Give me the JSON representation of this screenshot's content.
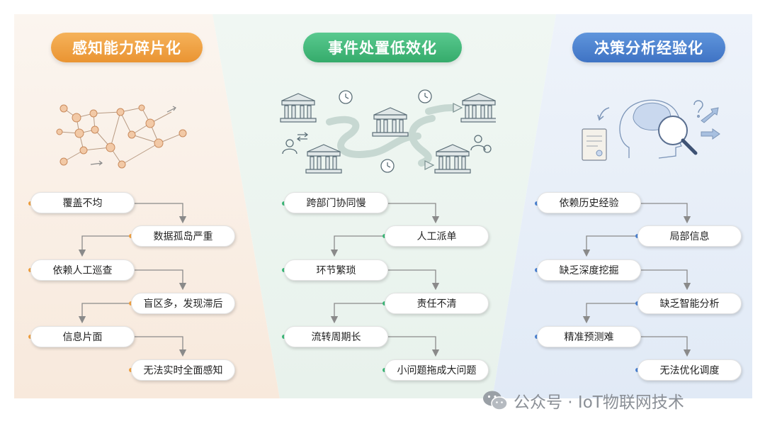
{
  "columns": [
    {
      "title": "感知能力碎片化",
      "accent": "#f0a040",
      "items": [
        "覆盖不均",
        "数据孤岛严重",
        "依赖人工巡查",
        "盲区多，发现滞后",
        "信息片面",
        "无法实时全面感知"
      ]
    },
    {
      "title": "事件处置低效化",
      "accent": "#3cb878",
      "items": [
        "跨部门协同慢",
        "人工派单",
        "环节繁琐",
        "责任不清",
        "流转周期长",
        "小问题拖成大问题"
      ]
    },
    {
      "title": "决策分析经验化",
      "accent": "#4a80d0",
      "items": [
        "依赖历史经验",
        "局部信息",
        "缺乏深度挖掘",
        "缺乏智能分析",
        "精准预测难",
        "无法优化调度"
      ]
    }
  ],
  "icons": {
    "col1": "network-graph-icon",
    "col2": "government-building-flow-icon",
    "col3": "brain-analysis-icon"
  },
  "watermark": "公众号 · IoT物联网技术"
}
